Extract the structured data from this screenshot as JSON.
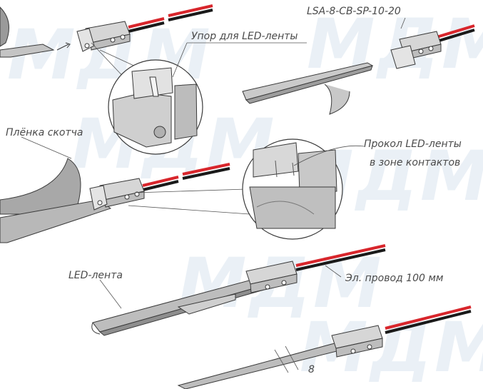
{
  "watermark": "МДМ",
  "labels": {
    "part_number": "LSA-8-CB-SP-10-20",
    "stop": "Упор для LED-ленты",
    "tape_film": "Плёнка скотча",
    "pierce_line1": "Прокол LED-ленты",
    "pierce_line2": "в зоне контактов",
    "led_strip": "LED-лента",
    "wire": "Эл. провод 100 мм",
    "width": "8"
  },
  "colors": {
    "outline": "#3a3a3a",
    "strip": "#b8b8b8",
    "connector": "#d6d6d6",
    "wire_red": "#d8262c",
    "wire_black": "#1a1a1a",
    "watermark": "#eaf0f6"
  }
}
